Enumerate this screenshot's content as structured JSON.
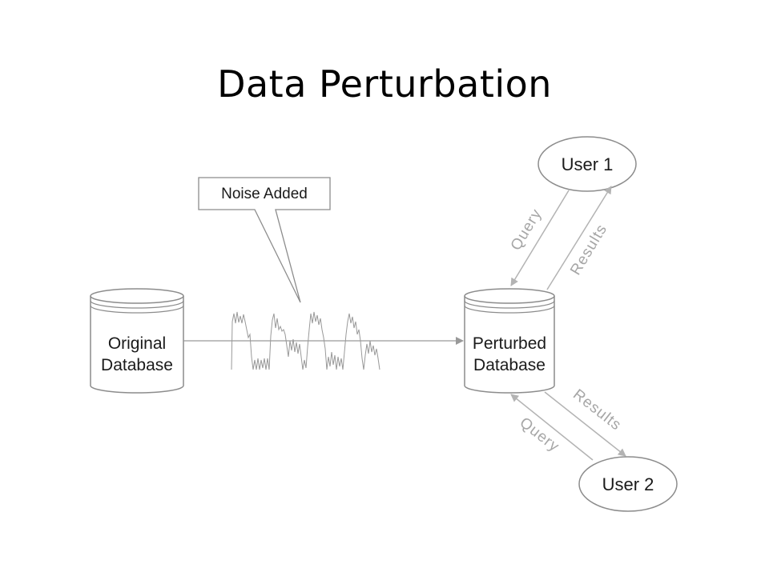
{
  "title": "Data Perturbation",
  "callout": {
    "text": "Noise Added"
  },
  "original_db": {
    "line1": "Original",
    "line2": "Database"
  },
  "perturbed_db": {
    "line1": "Perturbed",
    "line2": "Database"
  },
  "user1": {
    "label": "User 1"
  },
  "user2": {
    "label": "User 2"
  },
  "flows": {
    "u1_query": "Query",
    "u1_results": "Results",
    "u2_results": "Results",
    "u2_query": "Query"
  },
  "colors": {
    "line": "#999999",
    "arrow": "#b3b3b3",
    "text_gray": "#a6a6a6",
    "outline": "#8c8c8c"
  }
}
